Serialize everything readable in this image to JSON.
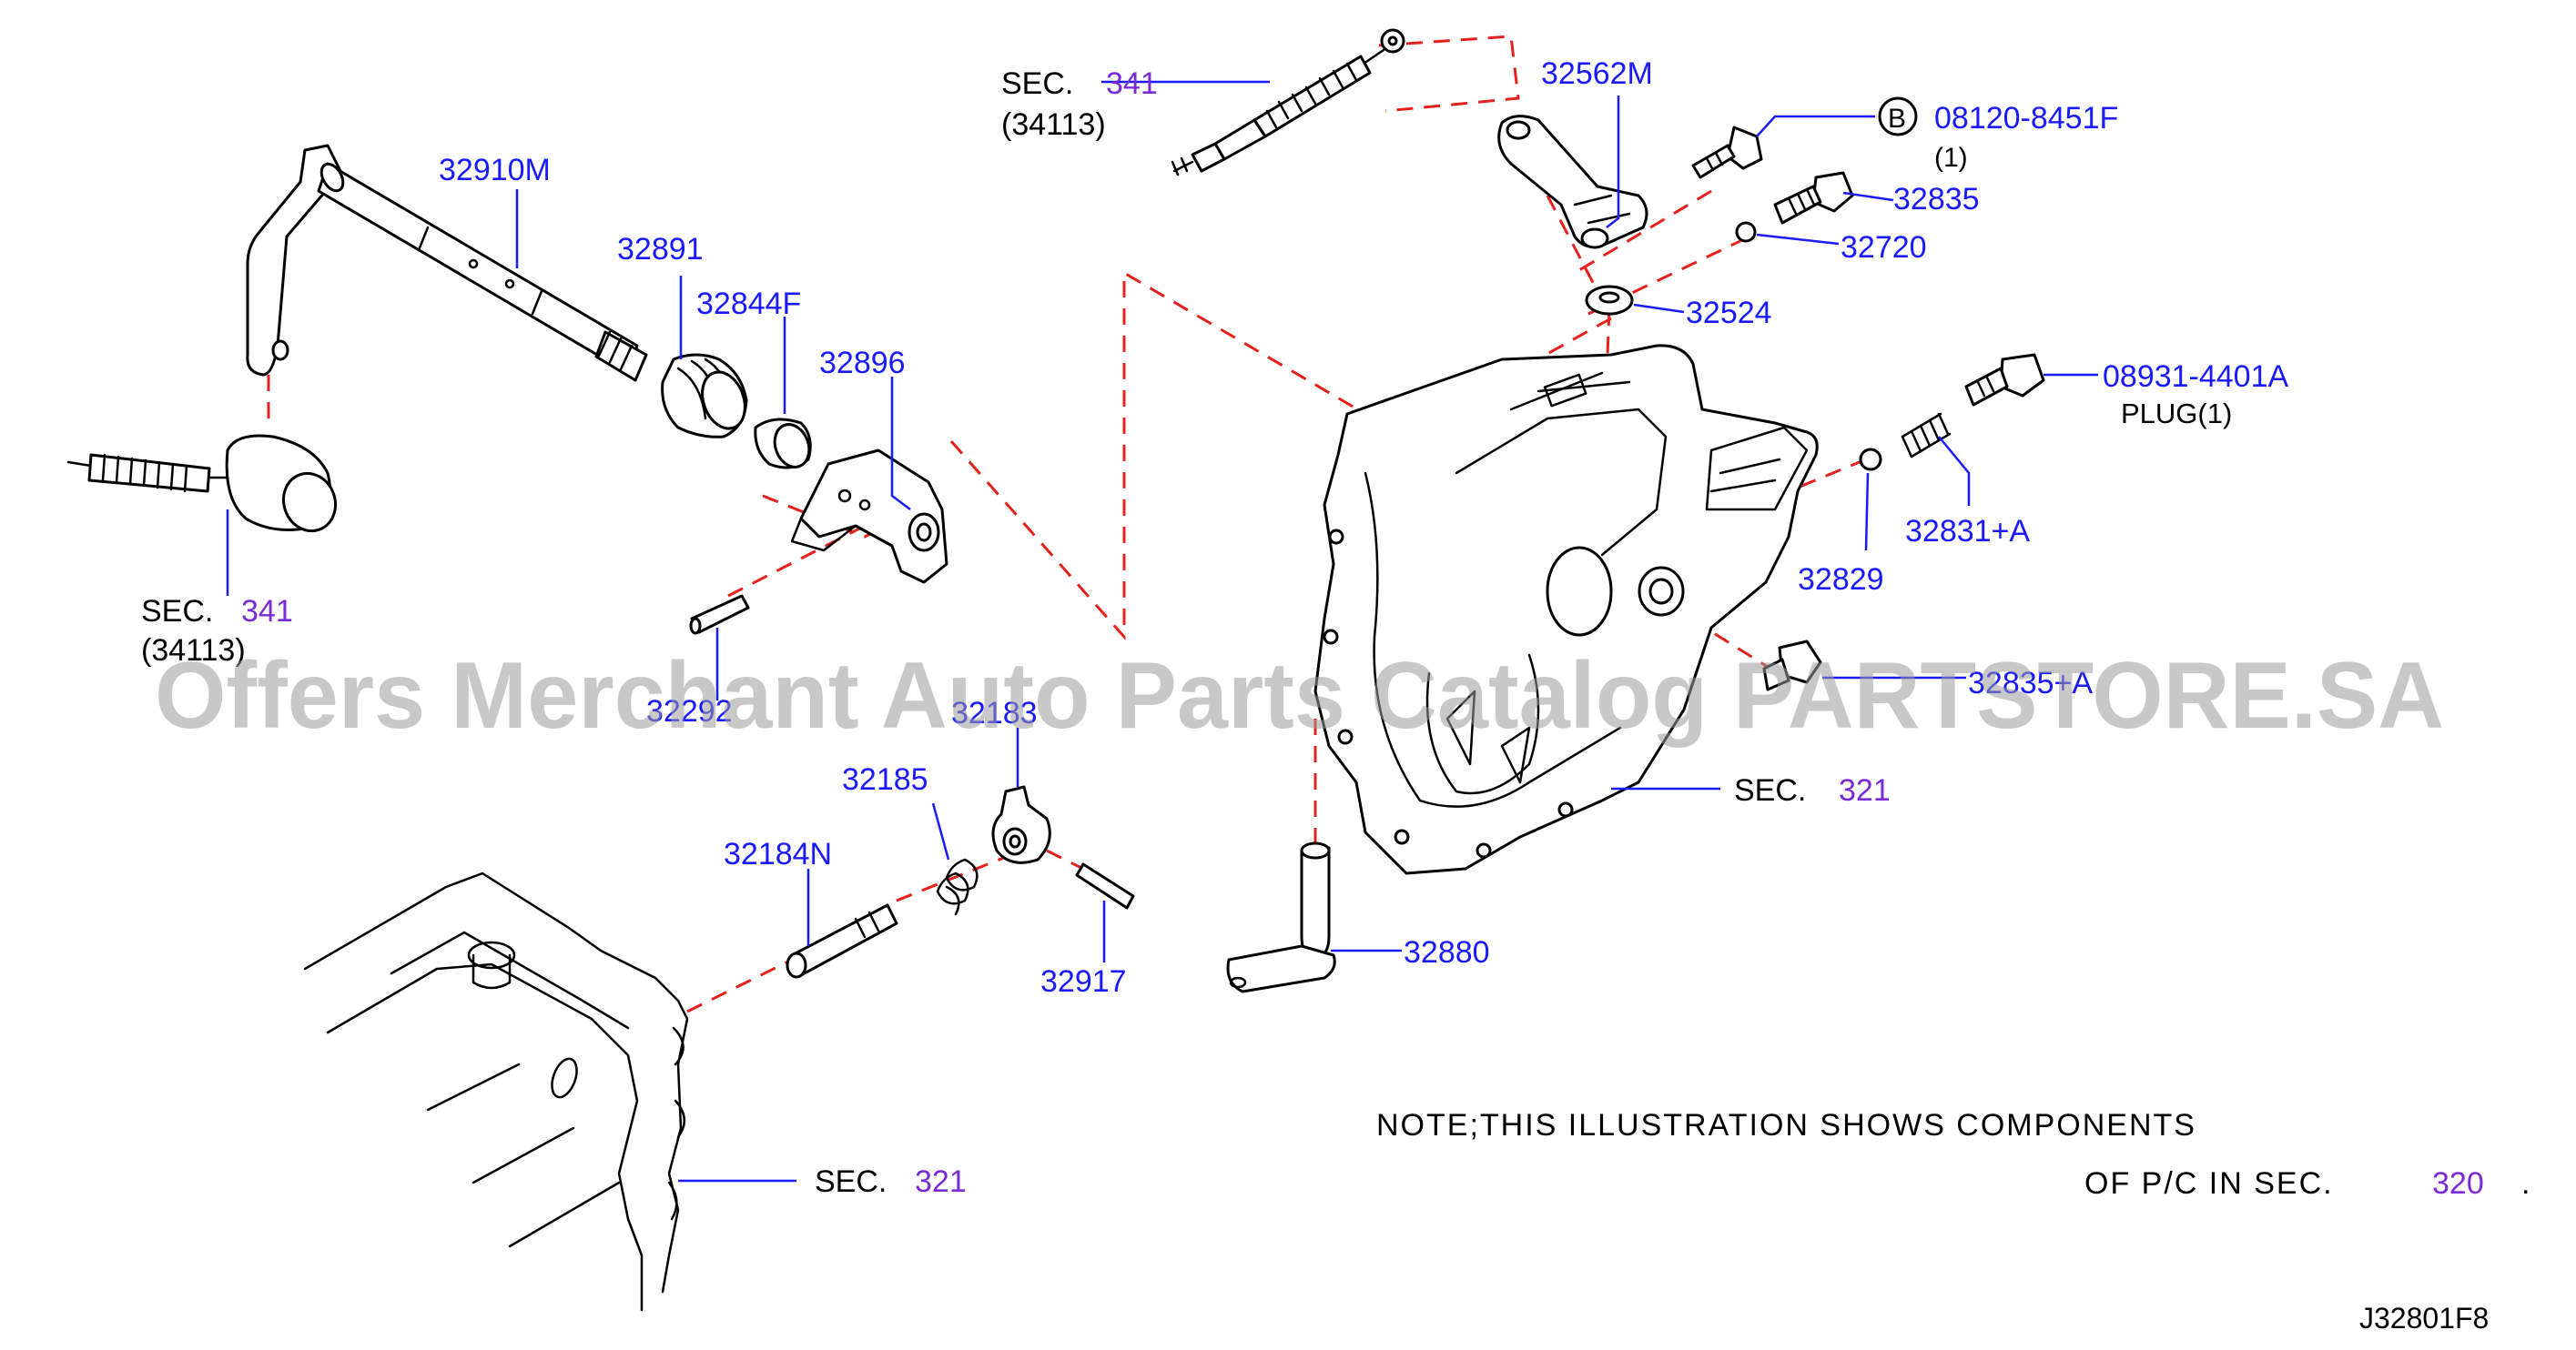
{
  "labels": {
    "sec341_top": "SEC.",
    "sec341_top_num": "341",
    "sec341_top_sub": "(34113)",
    "p32562M": "32562M",
    "circle_b": "B",
    "p08120": "08120-8451F",
    "p08120_qty": "(1)",
    "p32835": "32835",
    "p32720": "32720",
    "p32524": "32524",
    "p32910M": "32910M",
    "p32891": "32891",
    "p32844F": "32844F",
    "p32896": "32896",
    "p08931": "08931-4401A",
    "plug": "PLUG(1)",
    "p32831A": "32831+A",
    "p32829": "32829",
    "sec341_left": "SEC.",
    "sec341_left_num": "341",
    "sec341_left_sub": "(34113)",
    "p32292": "32292",
    "p32183": "32183",
    "p32835A": "32835+A",
    "p32185": "32185",
    "p32184N": "32184N",
    "p32917": "32917",
    "sec321_right": "SEC.",
    "sec321_right_num": "321",
    "p32880": "32880",
    "sec321_bottom": "SEC.",
    "sec321_bottom_num": "321",
    "note_line1": "NOTE;THIS   ILLUSTRATION   SHOWS   COMPONENTS",
    "note_line2": "OF   P/C   IN   SEC.",
    "note_line2_num": "320",
    "note_line2_end": ".",
    "diagram_code": "J32801F8"
  },
  "watermark": "Offers Merchant Auto Parts Catalog PARTSTORE.SA",
  "colors": {
    "part_number": "#1a1aff",
    "section_ref": "#7a2bd6",
    "guide_dash": "#e8201c",
    "line_art": "#000000"
  }
}
